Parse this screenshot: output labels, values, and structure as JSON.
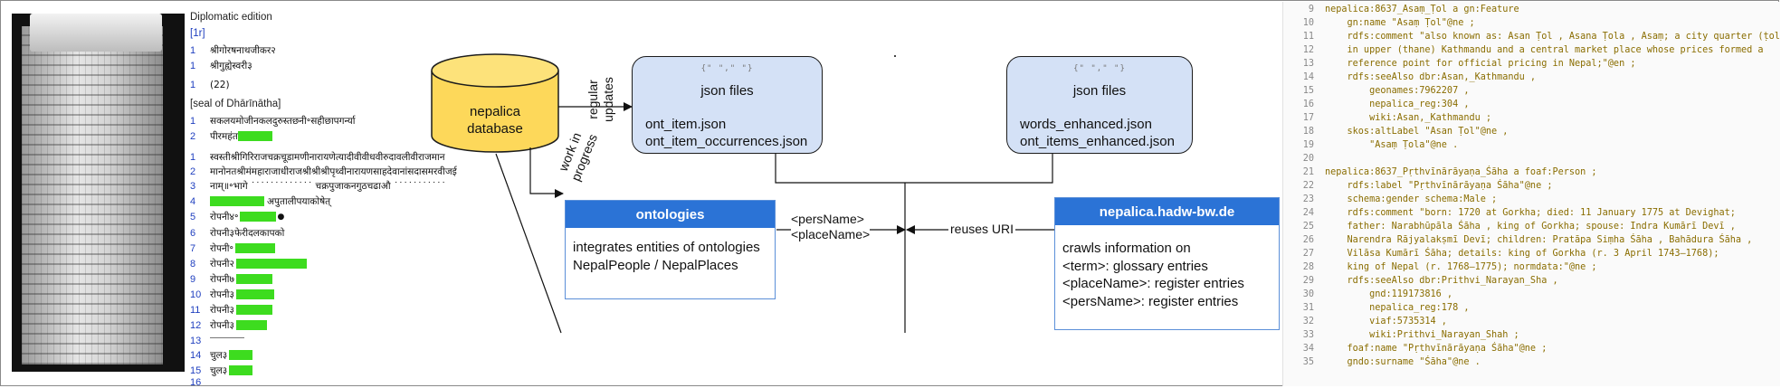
{
  "edition": {
    "title": "Diplomatic edition",
    "folio": "[1r]",
    "seal": "[seal of Dhārīnātha]",
    "lines": [
      {
        "n": "1",
        "text": "श्रीगोरषनाथजीकर२"
      },
      {
        "n": "1",
        "text": "श्रीगुह्येस्वरी३"
      },
      {
        "n": "1",
        "text": "(22)"
      },
      {
        "n": "1",
        "text": "सकलयमोजीनकलदुरुस्तछनी॰सहीछापगर्न्या"
      },
      {
        "n": "2",
        "text": "पीरमहंत"
      },
      {
        "n": "1",
        "text": "स्वस्तीश्रीगिरिराजचक्रचूडामणीनारायणेत्यादीवीवीधवीरुदावलीवीराजमान"
      },
      {
        "n": "2",
        "text": "मानोनतश्रीमंमहाराजाधीराजश्रीश्रीश्रीपृथ्वीनारायणसाहदेवानांसदासमरवीजई"
      },
      {
        "n": "3",
        "text": "नाम्॥॰भागे ˙˙˙˙˙˙˙˙˙˙˙˙˙ चक्रपुजाकनगुठचढाऔ ˙˙˙˙˙˙˙˙˙˙˙"
      },
      {
        "n": "4",
        "text": "अपुतालीपयाकोषेत्"
      },
      {
        "n": "5",
        "text": "रोपनी४॰"
      },
      {
        "n": "6",
        "text": "रोपनी३फेरीदलकापको"
      },
      {
        "n": "7",
        "text": "रोपनी॰"
      },
      {
        "n": "8",
        "text": "रोपनी२"
      },
      {
        "n": "9",
        "text": "रोपनी७"
      },
      {
        "n": "10",
        "text": "रोपनी३"
      },
      {
        "n": "11",
        "text": "रोपनी३"
      },
      {
        "n": "12",
        "text": "रोपनी३"
      },
      {
        "n": "13",
        "text": ""
      },
      {
        "n": "14",
        "text": "चुल३"
      },
      {
        "n": "15",
        "text": "चुल३"
      },
      {
        "n": "16",
        "text": ""
      }
    ]
  },
  "diagram": {
    "database": [
      "nepalica",
      "database"
    ],
    "regular_updates": [
      "regular",
      "updates"
    ],
    "work_in_progress": [
      "work in",
      "progress"
    ],
    "json_left": {
      "icon": "{\" \",\" \"}",
      "title": "json files",
      "files": [
        "ont_item.json",
        "ont_item_occurrences.json"
      ]
    },
    "json_right": {
      "icon": "{\" \",\" \"}",
      "title": "json files",
      "files": [
        "words_enhanced.json",
        "ont_items_enhanced.json"
      ]
    },
    "ontologies": {
      "title": "ontologies",
      "body": [
        "integrates entities of ontologies",
        "NepalPeople / NepalPlaces"
      ]
    },
    "hadw": {
      "title": "nepalica.hadw-bw.de",
      "body": [
        "crawls information on",
        "<term>: glossary entries",
        "<placeName>: register entries",
        "<persName>: register entries"
      ]
    },
    "edge_ont": [
      "<persName>",
      "<placeName>"
    ],
    "edge_reuses": "reuses URI"
  },
  "code": {
    "lines": [
      {
        "n": "9",
        "t": "nepalica:8637_Asaṃ_Ṭol a gn:Feature"
      },
      {
        "n": "10",
        "t": "    gn:name \"Asaṃ Ṭol\"@ne ;"
      },
      {
        "n": "11",
        "t": "    rdfs:comment \"also known as: Asan Ṭol , Asana Ṭola , Asaṃ; a city quarter (ṭola)"
      },
      {
        "n": "12",
        "t": "    in upper (thane) Kathmandu and a central market place whose prices formed a"
      },
      {
        "n": "13",
        "t": "    reference point for official pricing in Nepal;\"@en ;"
      },
      {
        "n": "14",
        "t": "    rdfs:seeAlso dbr:Asan,_Kathmandu ,"
      },
      {
        "n": "15",
        "t": "        geonames:7962207 ,"
      },
      {
        "n": "16",
        "t": "        nepalica_reg:304 ,"
      },
      {
        "n": "17",
        "t": "        wiki:Asan,_Kathmandu ;"
      },
      {
        "n": "18",
        "t": "    skos:altLabel \"Asan Ṭol\"@ne ,"
      },
      {
        "n": "19",
        "t": "        \"Asaṃ Ṭola\"@ne ."
      },
      {
        "n": "20",
        "t": ""
      },
      {
        "n": "21",
        "t": "nepalica:8637_Pṛthvīnārāyaṇa_Śāha a foaf:Person ;"
      },
      {
        "n": "22",
        "t": "    rdfs:label \"Pṛthvīnārāyaṇa Śāha\"@ne ;"
      },
      {
        "n": "23",
        "t": "    schema:gender schema:Male ;"
      },
      {
        "n": "24",
        "t": "    rdfs:comment \"born: 1720 at Gorkha; died: 11 January 1775 at Devighat;"
      },
      {
        "n": "25",
        "t": "    father: Narabhūpāla Śāha , king of Gorkha; spouse: Indra Kumārī Devī ,"
      },
      {
        "n": "26",
        "t": "    Narendra Rājyalakṣmī Devī; children: Pratāpa Siṃha Śāha , Bahādura Śāha ,"
      },
      {
        "n": "27",
        "t": "    Vilāsa Kumārī Śāha; details: king of Gorkha (r. 3 April 1743–1768);"
      },
      {
        "n": "28",
        "t": "    king of Nepal (r. 1768–1775); normdata:\"@ne ;"
      },
      {
        "n": "29",
        "t": "    rdfs:seeAlso dbr:Prithvi_Narayan_Sha ,"
      },
      {
        "n": "30",
        "t": "        gnd:119173816 ,"
      },
      {
        "n": "31",
        "t": "        nepalica_reg:178 ,"
      },
      {
        "n": "32",
        "t": "        viaf:5735314 ,"
      },
      {
        "n": "33",
        "t": "        wiki:Prithvi_Narayan_Shah ;"
      },
      {
        "n": "34",
        "t": "    foaf:name \"Pṛthvīnārāyaṇa Śāha\"@ne ;"
      },
      {
        "n": "35",
        "t": "    gndo:surname \"Śāha\"@ne ."
      }
    ]
  }
}
